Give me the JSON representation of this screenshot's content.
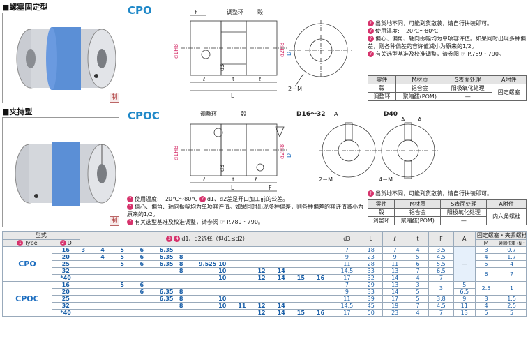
{
  "section1": {
    "title": "■螺塞固定型",
    "type": "CPO",
    "corner_mark": "制",
    "drawing": {
      "tighten_ring": "调整环",
      "hub": "毂",
      "dim_F": "F",
      "dim_d1": "d1H8",
      "dim_d2": "d2H8",
      "dim_D": "D",
      "dim_d3": "d3",
      "dim_l": "ℓ",
      "dim_t": "t",
      "dim_L": "L",
      "dim_M": "2－M"
    },
    "notes": [
      "出货地不同，可能到货散装，请自行拼装即可。",
      "使用温度: −20℃～80℃",
      "偏心、偏角、轴向振幅均为单项容许值。如果同时出现多种偏差，则各种偏差的容许值减小为原来的1/2。",
      "有关选型基准及校准调整，请参阅 ☞ P.789・790。"
    ],
    "materials": {
      "headers": [
        "零件",
        "M材质",
        "S表面处理",
        "A附件"
      ],
      "rows": [
        [
          "毂",
          "铝合金",
          "阳极氧化处理",
          "固定螺塞"
        ],
        [
          "调整环",
          "聚缩醛(POM)",
          "—",
          ""
        ]
      ]
    }
  },
  "section2": {
    "title": "■夹持型",
    "type": "CPOC",
    "corner_mark": "制",
    "drawing": {
      "tighten_ring": "调整环",
      "hub": "毂",
      "dim_d1": "d1H8",
      "dim_d2": "d2H8",
      "dim_D": "D",
      "dim_d3": "d3",
      "dim_l": "ℓ",
      "dim_t": "t",
      "dim_L": "L",
      "dim_F": "F",
      "view1": "D16～32",
      "view2": "D40",
      "dim_A": "A",
      "dim_M1": "2－M",
      "dim_M2": "4－M"
    },
    "notes": [
      "使用温度: −20℃～80℃",
      "d1、d2差是开口加工前的公差。",
      "偏心、偏角、轴向振幅均为单项容许值。如果同时出现多种偏差，则各种偏差的容许值减小为原来的1/2。",
      "有关选型基准及校准调整，请参阅 ☞ P.789・790。"
    ],
    "ship_note": "出货地不同，可能到货散装，请自行拼装即可。",
    "materials": {
      "headers": [
        "零件",
        "M材质",
        "S表面处理",
        "A附件"
      ],
      "rows": [
        [
          "毂",
          "铝合金",
          "阳极氧化处理",
          "内六角螺栓"
        ],
        [
          "调整环",
          "聚缩醛(POM)",
          "—",
          ""
        ]
      ]
    }
  },
  "table": {
    "h_model": "型式",
    "h_type": "Type",
    "h_D": "D",
    "h_select": "d1、d2选择（但d1≤d2）",
    "h_d3": "d3",
    "h_L": "L",
    "h_l": "ℓ",
    "h_t": "t",
    "h_F": "F",
    "h_A": "A",
    "h_screw": "固定螺塞・夹紧螺栓",
    "h_M": "M",
    "h_torque": "紧固扭矩 (N・m)",
    "cpo": {
      "type": "CPO",
      "dash": "—",
      "rows": [
        {
          "D": "16",
          "sel": [
            "3",
            "4",
            "5",
            "6",
            "6.35",
            "",
            "",
            "",
            "",
            "",
            "",
            "",
            ""
          ],
          "d3": "7",
          "L": "18",
          "l": "7",
          "t": "4",
          "F": "3.5",
          "M": "3",
          "tq": "0.7"
        },
        {
          "D": "20",
          "sel": [
            "",
            "4",
            "5",
            "6",
            "6.35",
            "8",
            "",
            "",
            "",
            "",
            "",
            "",
            ""
          ],
          "d3": "9",
          "L": "23",
          "l": "9",
          "t": "5",
          "F": "4.5",
          "M": "4",
          "tq": "1.7"
        },
        {
          "D": "25",
          "sel": [
            "",
            "",
            "5",
            "6",
            "6.35",
            "8",
            "9.525",
            "10",
            "",
            "",
            "",
            "",
            ""
          ],
          "d3": "11",
          "L": "28",
          "l": "11",
          "t": "6",
          "F": "5.5",
          "M": "5",
          "tq": "4"
        },
        {
          "D": "32",
          "sel": [
            "",
            "",
            "",
            "",
            "",
            "8",
            "",
            "10",
            "",
            "12",
            "14",
            "",
            ""
          ],
          "d3": "14.5",
          "L": "33",
          "l": "13",
          "t": "7",
          "F": "6.5",
          "M": "6",
          "tq": "7"
        },
        {
          "D": "*40",
          "sel": [
            "",
            "",
            "",
            "",
            "",
            "",
            "",
            "10",
            "",
            "12",
            "14",
            "15",
            "16"
          ],
          "d3": "17",
          "L": "32",
          "l": "14",
          "t": "4",
          "F": "7",
          "M": "",
          "tq": ""
        }
      ]
    },
    "cpoc": {
      "type": "CPOC",
      "rows": [
        {
          "D": "16",
          "sel": [
            "",
            "",
            "5",
            "6",
            "",
            "",
            "",
            "",
            "",
            "",
            "",
            "",
            ""
          ],
          "d3": "7",
          "L": "29",
          "l": "13",
          "t": "3",
          "F": "3",
          "A": "5",
          "M": "2.5",
          "tq": "1"
        },
        {
          "D": "20",
          "sel": [
            "",
            "",
            "",
            "6",
            "6.35",
            "8",
            "",
            "",
            "",
            "",
            "",
            "",
            ""
          ],
          "d3": "9",
          "L": "33",
          "l": "14",
          "t": "5",
          "F": "",
          "A": "6.5",
          "M": "",
          "tq": ""
        },
        {
          "D": "25",
          "sel": [
            "",
            "",
            "",
            "",
            "6.35",
            "8",
            "",
            "10",
            "",
            "",
            "",
            "",
            ""
          ],
          "d3": "11",
          "L": "39",
          "l": "17",
          "t": "5",
          "F": "3.8",
          "A": "9",
          "M": "3",
          "tq": "1.5"
        },
        {
          "D": "32",
          "sel": [
            "",
            "",
            "",
            "",
            "",
            "8",
            "",
            "10",
            "11",
            "12",
            "14",
            "",
            ""
          ],
          "d3": "14.5",
          "L": "45",
          "l": "19",
          "t": "7",
          "F": "4.5",
          "A": "11",
          "M": "4",
          "tq": "2.5"
        },
        {
          "D": "*40",
          "sel": [
            "",
            "",
            "",
            "",
            "",
            "",
            "",
            "",
            "",
            "12",
            "14",
            "15",
            "16"
          ],
          "d3": "17",
          "L": "50",
          "l": "23",
          "t": "4",
          "F": "7",
          "A": "13",
          "M": "5",
          "tq": "5"
        }
      ]
    }
  },
  "colors": {
    "accent": "#1f88c8",
    "pink": "#d6336c",
    "coupling_blue": "#5b8fd6"
  }
}
